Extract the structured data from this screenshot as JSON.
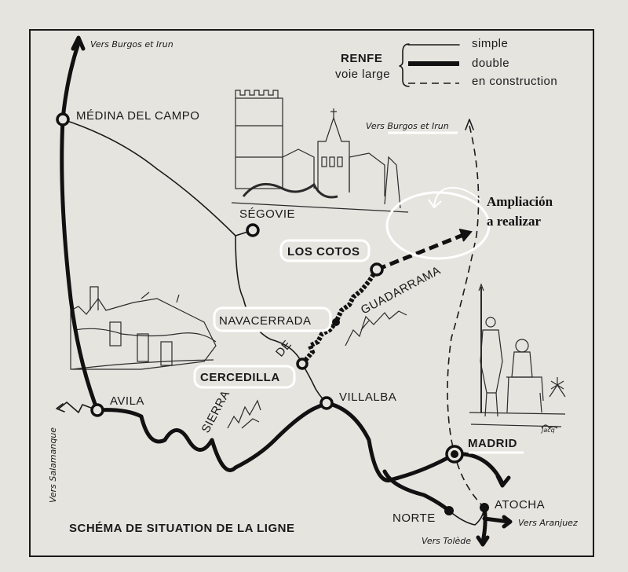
{
  "legend": {
    "title": "RENFE",
    "subtitle": "voie large",
    "items": [
      {
        "label": "simple",
        "style": "thin"
      },
      {
        "label": "double",
        "style": "thick"
      },
      {
        "label": "en construction",
        "style": "dashed"
      }
    ]
  },
  "map_title": "SCHÉMA DE SITUATION DE LA LIGNE",
  "stations": {
    "medina": "MÉDINA DEL CAMPO",
    "segovie": "SÉGOVIE",
    "los_cotos": "LOS COTOS",
    "navacerrada": "NAVACERRADA",
    "cercedilla": "CERCEDILLA",
    "villalba": "VILLALBA",
    "avila": "AVILA",
    "madrid": "MADRID",
    "atocha": "ATOCHA",
    "norte": "NORTE"
  },
  "directions": {
    "burgos_1": "Vers Burgos et Irun",
    "burgos_2": "Vers Burgos et Irun",
    "salamanque": "Vers Salamanque",
    "aranjuez": "Vers Aranjuez",
    "tolede": "Vers Tolède"
  },
  "mountains": {
    "sierra": "SIERRA",
    "de": "DE",
    "guadarrama": "GUADARRAMA"
  },
  "annotation": {
    "line1": "Ampliación",
    "line2": "a realizar"
  },
  "signature": "Jacq"
}
